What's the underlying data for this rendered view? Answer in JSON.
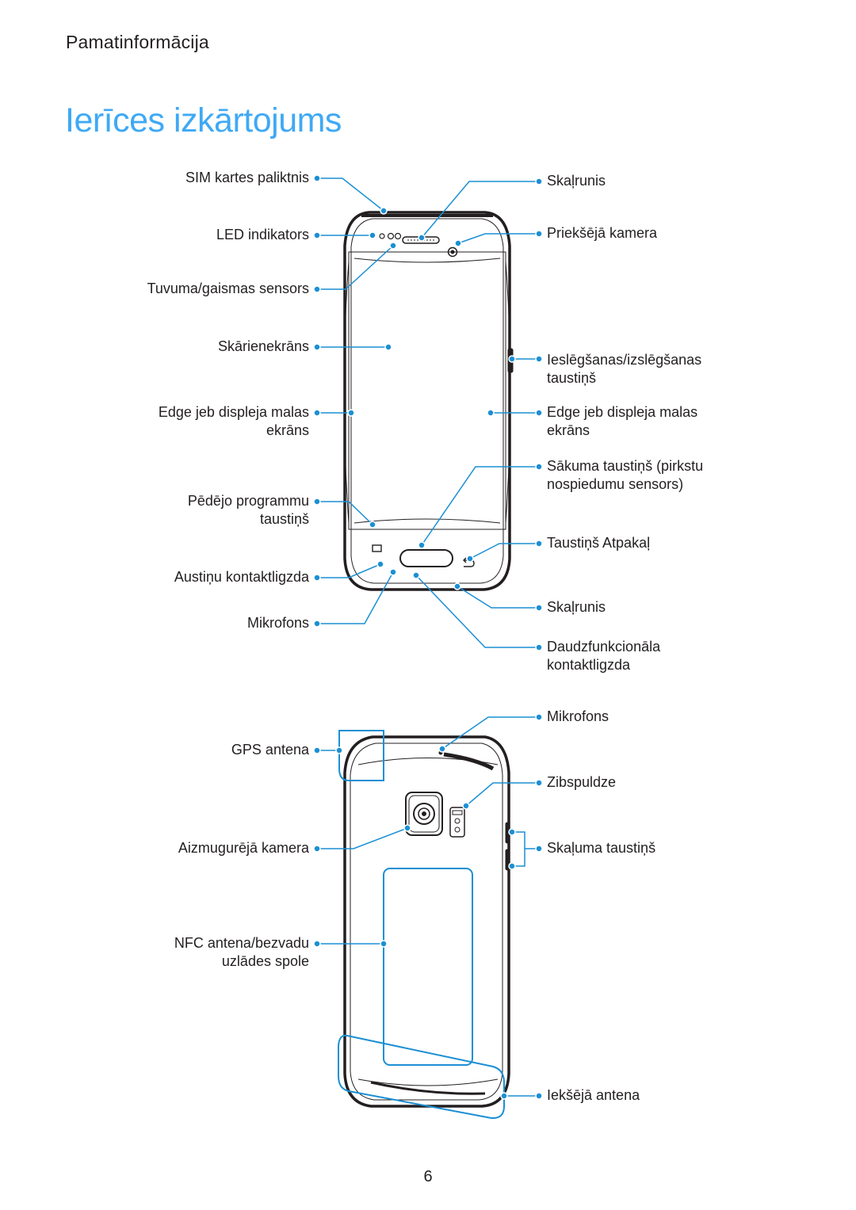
{
  "header": {
    "section": "Pamatinformācija"
  },
  "title": "Ierīces izkārtojums",
  "colors": {
    "accent": "#3fa9f5",
    "callout": "#1b8fd4",
    "text": "#231f20"
  },
  "front_labels": {
    "sim_tray": "SIM kartes paliktnis",
    "led": "LED indikators",
    "proximity": "Tuvuma/gaismas sensors",
    "touchscreen": "Skārienekrāns",
    "edge_left_1": "Edge jeb displeja malas",
    "edge_left_2": "ekrāns",
    "recent_1": "Pēdējo programmu",
    "recent_2": "taustiņš",
    "earphone": "Austiņu kontaktligzda",
    "mic": "Mikrofons",
    "speaker_top": "Skaļrunis",
    "front_camera": "Priekšējā kamera",
    "power_1": "Ieslēgšanas/izslēgšanas",
    "power_2": "taustiņš",
    "edge_right_1": "Edge jeb displeja malas",
    "edge_right_2": "ekrāns",
    "home_1": "Sākuma taustiņš (pirkstu",
    "home_2": "nospiedumu sensors)",
    "back": "Taustiņš Atpakaļ",
    "speaker_bottom": "Skaļrunis",
    "multi_1": "Daudzfunkcionāla",
    "multi_2": "kontaktligzda"
  },
  "back_labels": {
    "gps": "GPS antena",
    "rear_camera": "Aizmugurējā kamera",
    "nfc_1": "NFC antena/bezvadu",
    "nfc_2": "uzlādes spole",
    "mic": "Mikrofons",
    "flash": "Zibspuldze",
    "volume": "Skaļuma taustiņš",
    "inner_antenna": "Iekšējā antena"
  },
  "page_number": "6"
}
